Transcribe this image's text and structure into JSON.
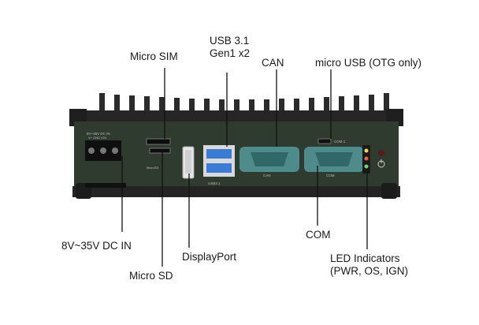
{
  "labels": {
    "micro_sim": "Micro SIM",
    "usb31": "USB 3.1\nGen1 x2",
    "can": "CAN",
    "micro_usb": "micro USB (OTG only)",
    "dc_in": "8V~35V DC IN",
    "micro_sd": "Micro SD",
    "displayport": "DisplayPort",
    "com": "COM",
    "led": "LED Indicators\n(PWR, OS, IGN)"
  },
  "panel_text": {
    "dc_rating": "8V~35V DC IN",
    "dc_pins": "V+  GND  IGN",
    "can_port": "CAN",
    "com_port": "COM",
    "usb_port": "USB3.1",
    "sd_port": "MicroSD",
    "com_num": "COM 1"
  },
  "colors": {
    "panel": "#2f3b2e",
    "fins": "#2a2a2a",
    "db9": "#4d8c8a",
    "usb": "#3a7bd5",
    "leader": "#111111"
  },
  "icons": [
    "power-icon",
    "led-pwr",
    "led-os",
    "led-ign"
  ]
}
